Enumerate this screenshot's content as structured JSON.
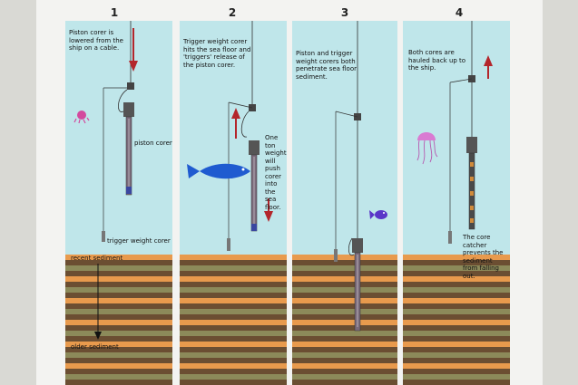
{
  "panels": [
    {
      "number": "1",
      "caption": "Piston corer is\nlowered from the\nship on a cable.",
      "labels": {
        "piston_corer": "piston corer",
        "trigger": "trigger weight corer",
        "recent": "recent sediment",
        "older": "older sediment"
      }
    },
    {
      "number": "2",
      "caption": "Trigger weight corer\nhits the sea floor and\n'triggers' release of\nthe piston corer.",
      "note": "One ton weight\nwill push corer\ninto the sea floor."
    },
    {
      "number": "3",
      "caption": "Piston and trigger\nweight corers both\npenetrate sea floor\nsediment."
    },
    {
      "number": "4",
      "caption": "Both cores are\nhauled back up to\nthe ship.",
      "note": "The core catcher\nprevents the sediment\nfrom falling out."
    }
  ],
  "colors": {
    "water": "#bfe6ea",
    "sediment_orange": "#e89a4d",
    "sediment_brown": "#6b4e32",
    "sediment_olive": "#8c8a5a",
    "arrow_red": "#b3262b",
    "fish_blue": "#1f5bd0",
    "jellyfish_pink": "#d97bd2"
  }
}
